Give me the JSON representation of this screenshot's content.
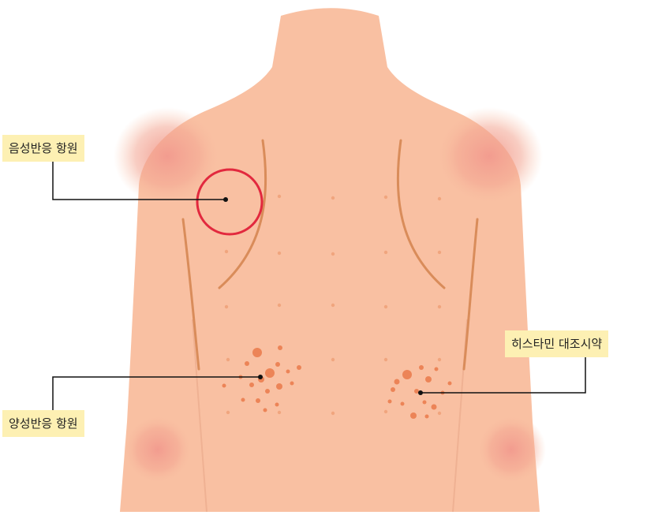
{
  "labels": {
    "negative_antigen": "음성반응 항원",
    "positive_antigen": "양성반응 항원",
    "histamine_control": "히스타민 대조시약"
  },
  "colors": {
    "skin": "#f9c0a2",
    "flush": "#f29a8e",
    "contour": "#d98c5a",
    "marker_dot": "#f0a57e",
    "highlight_ring": "#e2293e",
    "wheal": "#ec8457",
    "label_bg": "#fdf0b3",
    "leader_line": "#111111"
  }
}
